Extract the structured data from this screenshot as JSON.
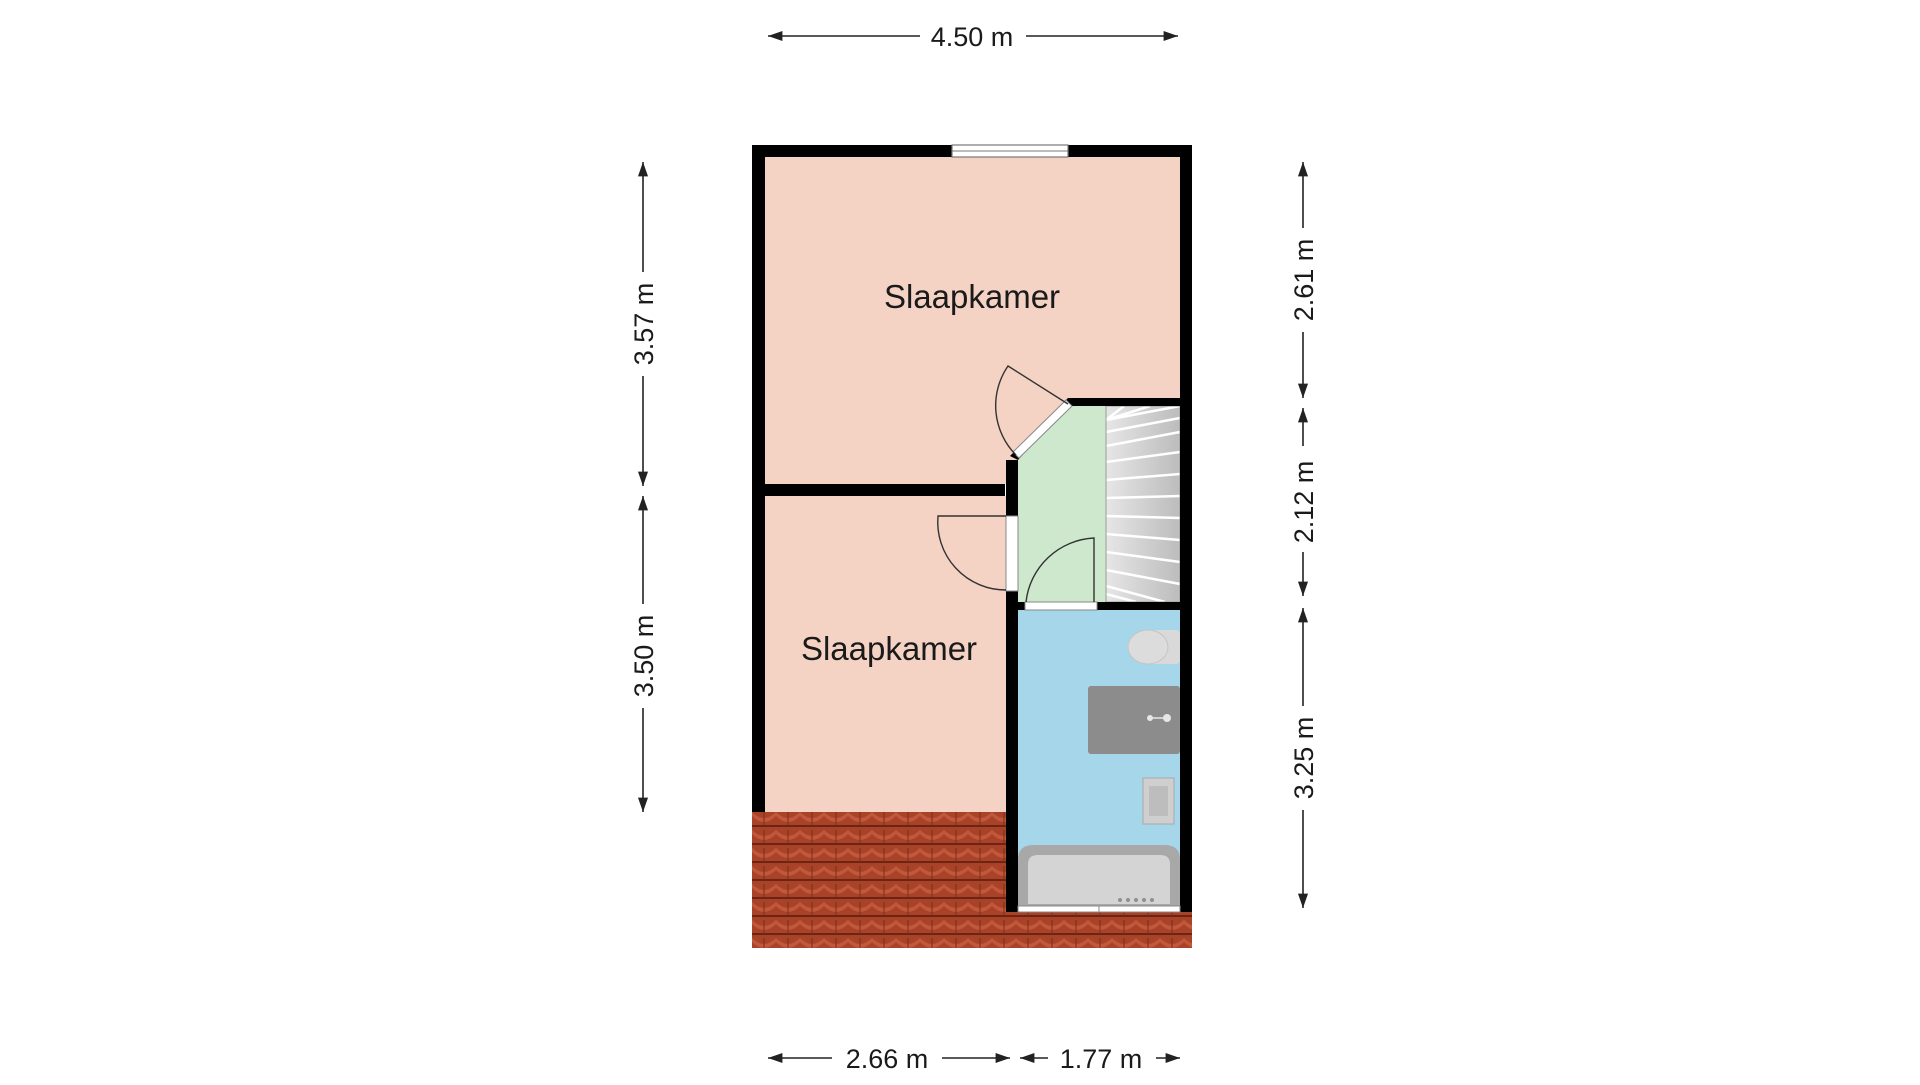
{
  "rooms": {
    "bedroom_top": "Slaapkamer",
    "bedroom_bottom": "Slaapkamer"
  },
  "dimensions": {
    "top_width": "4.50 m",
    "bottom_left_width": "2.66 m",
    "bottom_right_width": "1.77 m",
    "left_upper": "3.57 m",
    "left_lower": "3.50 m",
    "right_upper": "2.61 m",
    "right_middle": "2.12 m",
    "right_lower": "3.25 m"
  },
  "colors": {
    "bedroom": "#f4d2c4",
    "landing": "#cde8cc",
    "bathroom": "#a6d6ea",
    "wall": "#000000",
    "roof_tile": "#b5492e",
    "fixture": "#8c8c8c"
  }
}
